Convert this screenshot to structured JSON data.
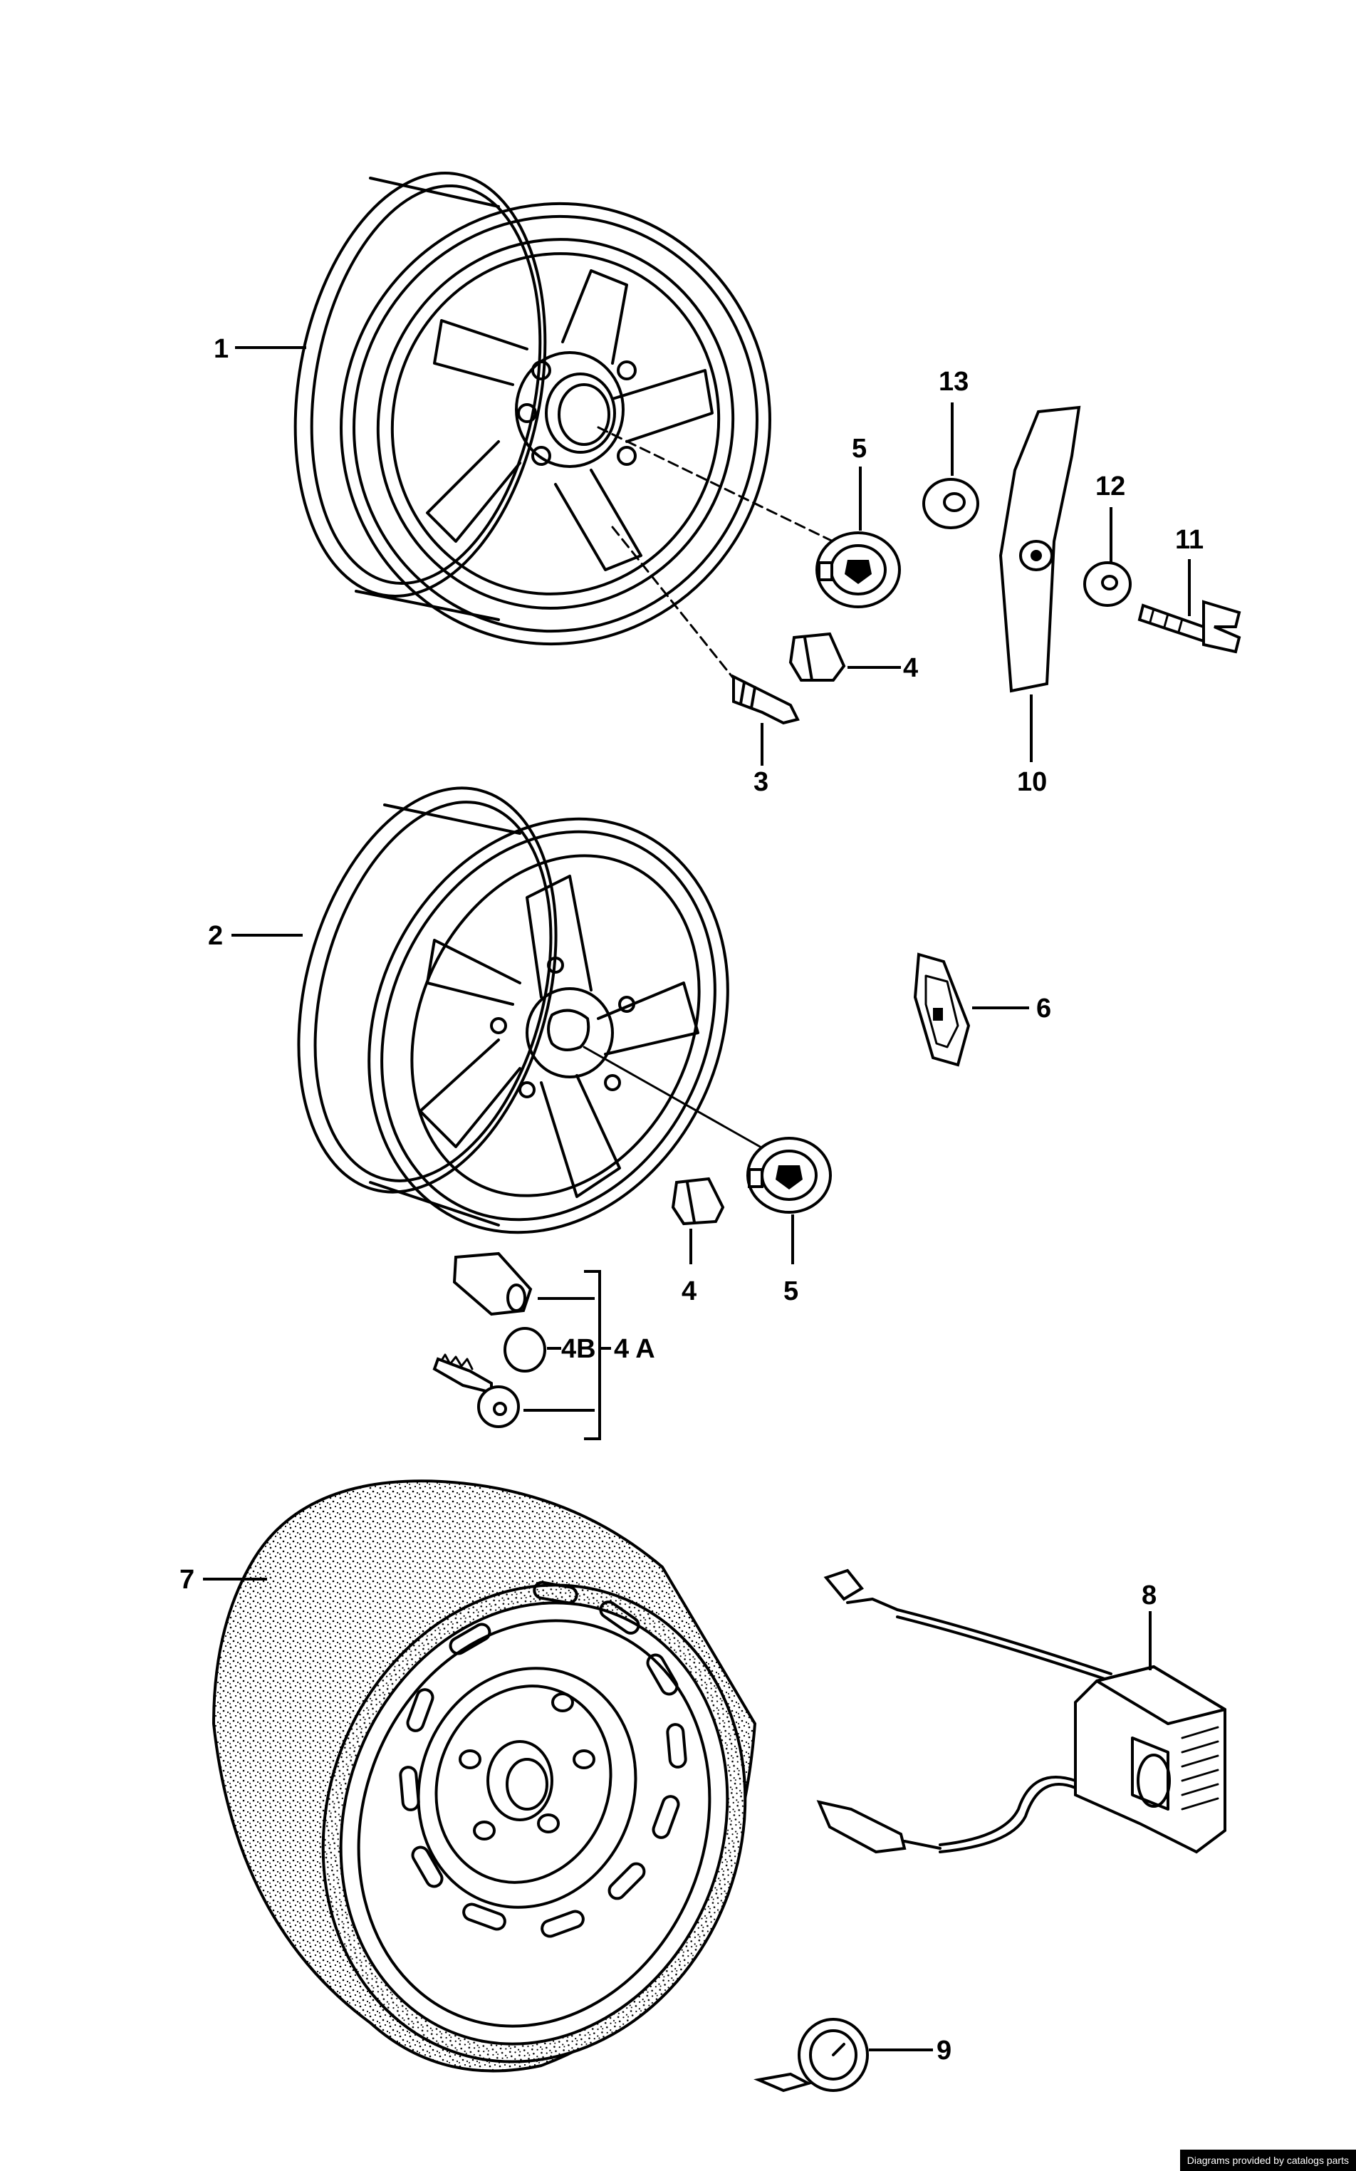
{
  "callouts": {
    "c1": "1",
    "c2": "2",
    "c3": "3",
    "c4a": "4",
    "c4b": "4",
    "c4B": "4B",
    "c4A": "4 A",
    "c5a": "5",
    "c5b": "5",
    "c6": "6",
    "c7": "7",
    "c8": "8",
    "c9": "9",
    "c10": "10",
    "c11": "11",
    "c12": "12",
    "c13": "13"
  },
  "footer": {
    "credit": "Diagrams provided by catalogs parts"
  },
  "colors": {
    "line": "#000000",
    "background": "#ffffff",
    "credit_bg": "#000000",
    "credit_text": "#ffffff"
  }
}
